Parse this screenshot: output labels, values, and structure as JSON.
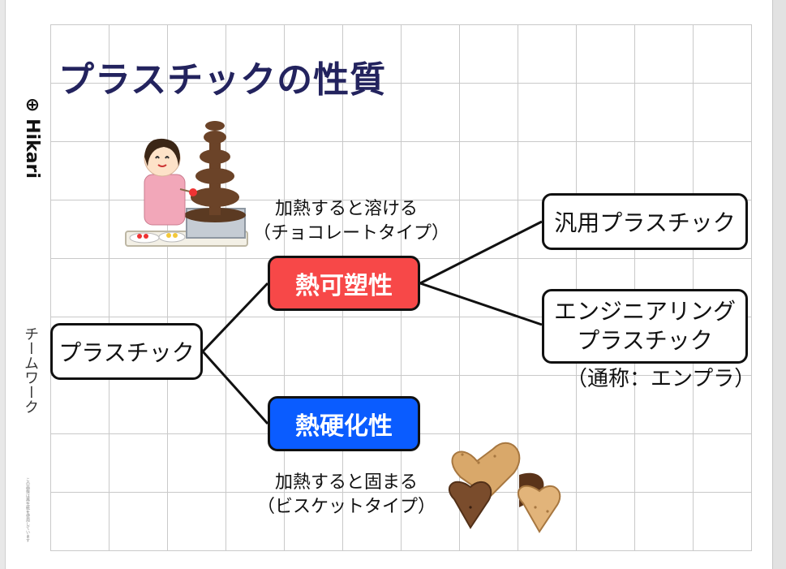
{
  "slide": {
    "title": "プラスチックの性質",
    "brand": "Hikari",
    "vertical_label": "チームワーク",
    "tiny_note": "この画像は再生紙を使用しています"
  },
  "diagram": {
    "root": "プラスチック",
    "thermoplastic": "熱可塑性",
    "thermosetting": "熱硬化性",
    "general": "汎用プラスチック",
    "engineering_line1": "エンジニアリング",
    "engineering_line2": "プラスチック",
    "engineering_abbr": "（通称：エンプラ）",
    "melt_note_line1": "加熱すると溶ける",
    "melt_note_line2": "（チョコレートタイプ）",
    "hard_note_line1": "加熱すると固まる",
    "hard_note_line2": "（ビスケットタイプ）"
  },
  "colors": {
    "title": "#23235e",
    "thermoplastic_fill": "#f74848",
    "thermosetting_fill": "#0a5cff"
  }
}
